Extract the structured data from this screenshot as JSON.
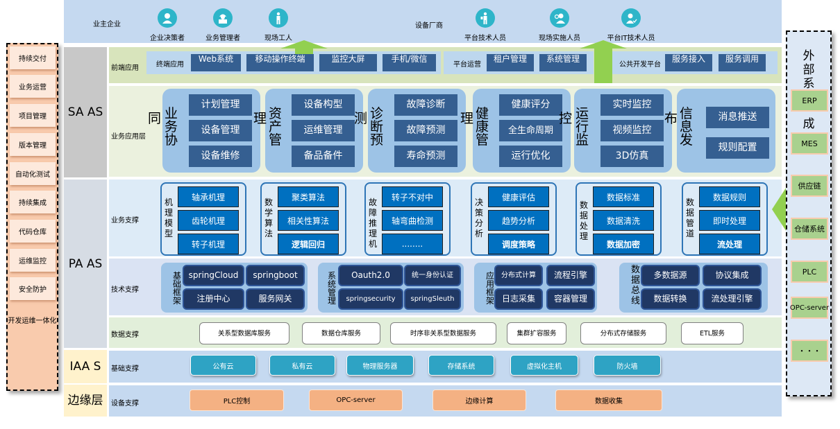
{
  "users": {
    "owner_label": "业主企业",
    "owner_roles": [
      "企业决策者",
      "业务管理者",
      "现场工人"
    ],
    "vendor_label": "设备厂商",
    "vendor_roles": [
      "平台技术人员",
      "现场实施人员",
      "平台IT技术人员"
    ]
  },
  "tiers": {
    "saas": "SA AS",
    "paas": "PA AS",
    "iaas": "IAA S",
    "edge": "边缘层"
  },
  "frontend": {
    "label": "前端应用",
    "groups": [
      {
        "label": "终端应用",
        "items": [
          "Web系统",
          "移动操作终端",
          "监控大屏",
          "手机/微信"
        ]
      },
      {
        "label": "平台运营",
        "items": [
          "租户管理",
          "系统管理"
        ]
      },
      {
        "label": "公共开发平台",
        "items": [
          "服务接入",
          "服务调用"
        ]
      }
    ]
  },
  "business_app": {
    "label": "业务应用层",
    "groups": [
      {
        "title_vertical": "业务协",
        "title_overflow": "同",
        "items": [
          "计划管理",
          "设备管理",
          "设备维修"
        ]
      },
      {
        "title_vertical": "资产管",
        "title_overflow": "理",
        "items": [
          "设备构型",
          "运维管理",
          "备品备件"
        ]
      },
      {
        "title_vertical": "诊断预",
        "title_overflow": "测",
        "items": [
          "故障诊断",
          "故障预测",
          "寿命预测"
        ]
      },
      {
        "title_vertical": "健康管",
        "title_overflow": "理",
        "items": [
          "健康评分",
          "全生命周期",
          "运行优化"
        ]
      },
      {
        "title_vertical": "运行监",
        "title_overflow": "控",
        "items": [
          "实时监控",
          "视频监控",
          "3D仿真"
        ]
      },
      {
        "title_vertical": "信息发",
        "title_overflow": "布",
        "items": [
          "消息推送",
          "规则配置"
        ]
      }
    ]
  },
  "business_support": {
    "label": "业务支撑",
    "groups": [
      {
        "title": "机理模型",
        "items": [
          "轴承机理",
          "齿轮机理",
          "转子机理"
        ]
      },
      {
        "title": "数学算法",
        "items": [
          "聚类算法",
          "相关性算法",
          "逻辑回归"
        ]
      },
      {
        "title": "故障推理机",
        "items": [
          "转子不对中",
          "轴弯曲检测",
          "........"
        ]
      },
      {
        "title": "决策分析",
        "items": [
          "健康评估",
          "趋势分析",
          "调度策略"
        ]
      },
      {
        "title": "数据处理",
        "items": [
          "数据标准",
          "数据清洗",
          "数据加密"
        ]
      },
      {
        "title": "数据管道",
        "items": [
          "数据规则",
          "即时处理",
          "流处理"
        ]
      }
    ]
  },
  "tech_support": {
    "label": "技术支撑",
    "groups": [
      {
        "title": "基础框架",
        "items": [
          "springCloud",
          "springboot",
          "注册中心",
          "服务网关"
        ]
      },
      {
        "title": "系统管理",
        "items": [
          "Oauth2.0",
          "统一身份认证",
          "springsecurity",
          "springSleuth"
        ]
      },
      {
        "title": "应用框架",
        "items": [
          "分布式计算",
          "流程引擎",
          "日志采集",
          "容器管理"
        ]
      },
      {
        "title": "数据总线",
        "items": [
          "多数据源",
          "协议集成",
          "数据转换",
          "流处理引擎"
        ]
      }
    ]
  },
  "data_support": {
    "label": "数据支撑",
    "items": [
      "关系型数据库服务",
      "数据仓库服务",
      "时序非关系型数据服务",
      "集群扩容服务",
      "分布式存储服务",
      "ETL服务"
    ]
  },
  "infra_support": {
    "label": "基础支撑",
    "items": [
      "公有云",
      "私有云",
      "物理服务器",
      "存储系统",
      "虚拟化主机",
      "防火墙"
    ]
  },
  "device_support": {
    "label": "设备支撑",
    "items": [
      "PLC控制",
      "OPC-server",
      "边缘计算",
      "数据收集"
    ]
  },
  "devops": {
    "items": [
      "持续交付",
      "业务运营",
      "项目管理",
      "版本管理",
      "自动化测试",
      "持续集成",
      "代码仓库",
      "运维监控",
      "安全防护"
    ],
    "footer": "开发运维一体化"
  },
  "external": {
    "title_chars": [
      "外",
      "部",
      "系",
      "成"
    ],
    "items": [
      "ERP",
      "MES",
      "供应链",
      "仓储系统",
      "PLC",
      "OPC-server",
      "・・・"
    ]
  },
  "colors": {
    "front_btn": "#355f91",
    "support_btn": "#0070c0",
    "tech_btn": "#203864",
    "infra_btn": "#2ea3c4",
    "device_btn": "#f4b183",
    "arrow": "#92d050"
  }
}
